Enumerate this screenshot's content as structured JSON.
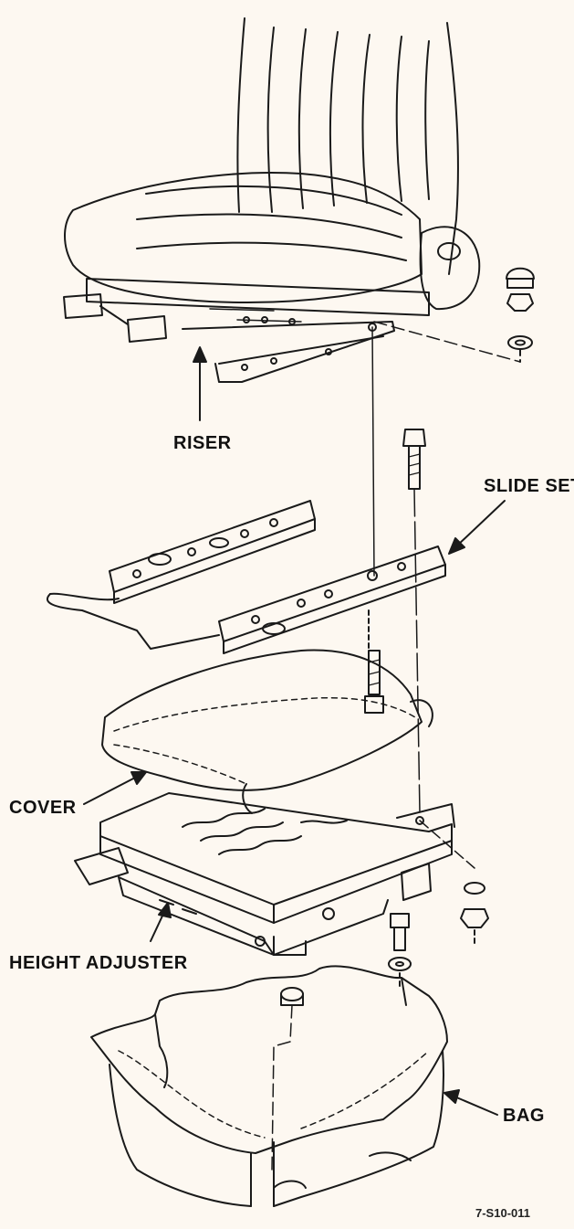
{
  "labels": {
    "riser": "RISER",
    "slide_set": "SLIDE SET",
    "cover": "COVER",
    "height_adjuster": "HEIGHT ADJUSTER",
    "bag": "BAG"
  },
  "figure_id": "7-S10-011",
  "colors": {
    "background": "#fdf8f1",
    "ink": "#1a1a1a"
  }
}
